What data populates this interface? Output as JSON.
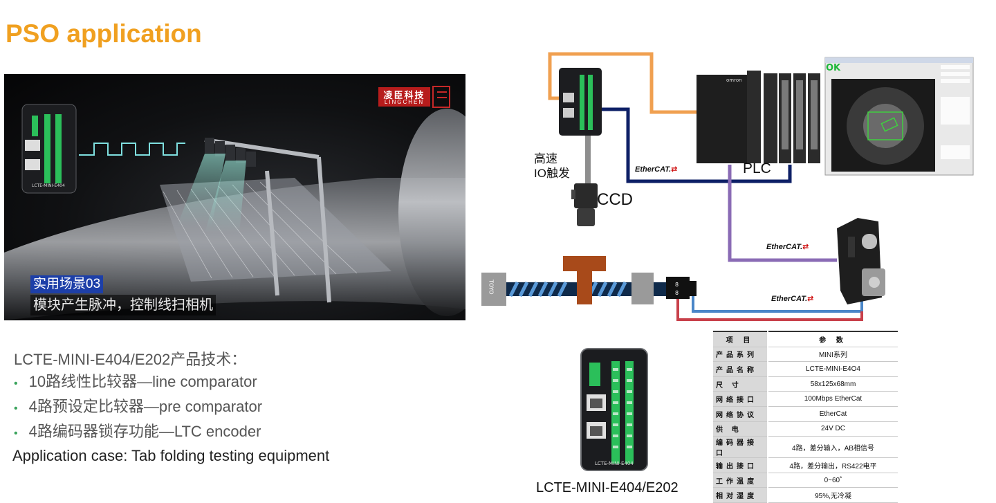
{
  "page": {
    "title": "PSO application"
  },
  "photo": {
    "logo_cn": "凌臣科技",
    "logo_en": "LINGCHEN",
    "device_label": "LCTE-MINI-E404",
    "caption_tag": "实用场景03",
    "caption_text": "模块产生脉冲，控制线扫相机"
  },
  "specs": {
    "heading": "LCTE-MINI-E404/E202产品技术：",
    "items": [
      "10路线性比较器—line comparator",
      "4路预设定比较器—pre comparator",
      "4路编码器锁存功能—LTC encoder"
    ],
    "application_case": "Application case: Tab folding testing equipment"
  },
  "diagram": {
    "trigger_label_line1": "高速",
    "trigger_label_line2": "IO触发",
    "ccd_label": "CCD",
    "plc_label": "PLC",
    "ethercat_prefix": "Ether",
    "ethercat_suffix": "CAT.",
    "ok_label": "OK",
    "toyo_label": "TOYO",
    "device_caption": "LCTE-MINI-E404/E202",
    "device_label": "LCTE-MINI-E404",
    "plc_brand": "omron",
    "drive_label_1": "8",
    "drive_label_2": "8",
    "colors": {
      "orange_cable": "#f0a050",
      "navy_cable": "#0d1f66",
      "purple_cable": "#8a6bb5",
      "blue_cable": "#4a86c8",
      "red_cable": "#c8404a",
      "slider": "#a84a1a",
      "screw_blue": "#2a6aa8"
    }
  },
  "spec_table": {
    "header": [
      "项 目",
      "参 数"
    ],
    "rows": [
      [
        "产品系列",
        "MINI系列"
      ],
      [
        "产品名称",
        "LCTE-MINI-E4O4"
      ],
      [
        "尺      寸",
        "58x125x68mm"
      ],
      [
        "网络接口",
        "100Mbps EtherCat"
      ],
      [
        "网络协议",
        "EtherCat"
      ],
      [
        "供      电",
        "24V DC"
      ],
      [
        "编码器接口",
        "4路，差分输入，AB相信号"
      ],
      [
        "输出接口",
        "4路，差分输出，RS422电平"
      ],
      [
        "工作温度",
        "0~60˚"
      ],
      [
        "相对湿度",
        "95%,无冷凝"
      ]
    ]
  }
}
